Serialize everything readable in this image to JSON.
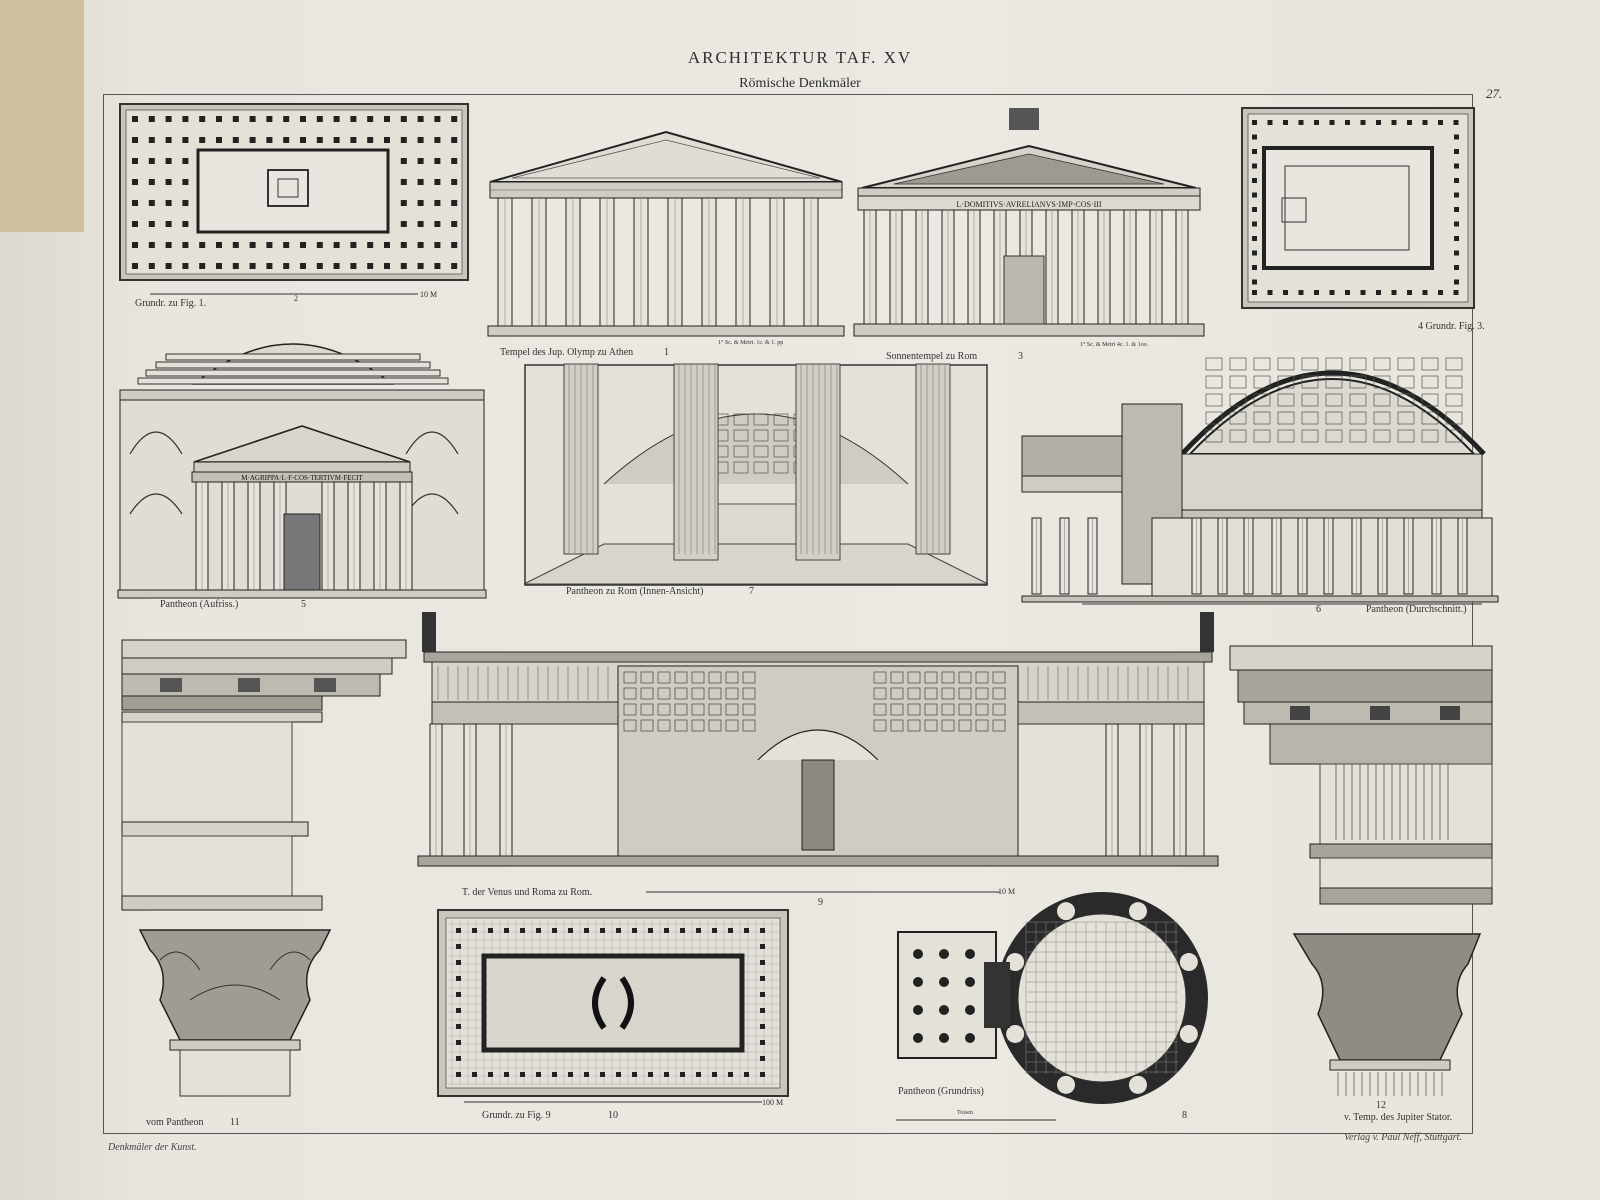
{
  "plate": {
    "title": "ARCHITEKTUR TAF. XV",
    "subtitle": "Römische Denkmäler",
    "page_number": "27."
  },
  "inscriptions": {
    "pantheon_frieze": "M·AGRIPPA·L·F·COS·TERTIVM·FECIT",
    "sun_temple_frieze": "L·DOMITIVS·AVRELIANVS·IMP·COS·III"
  },
  "captions": {
    "fig1_plan": "Grundr. zu Fig. 1.",
    "fig1": "Tempel des Jup. Olymp zu Athen",
    "fig1_num": "1",
    "fig3": "Sonnentempel zu Rom",
    "fig3_num": "3",
    "fig4": "4  Grundr. Fig. 3.",
    "fig5": "Pantheon (Aufriss.)",
    "fig5_num": "5",
    "fig7": "Pantheon zu Rom (Innen-Ansicht)",
    "fig7_num": "7",
    "fig6": "Pantheon (Durchschnitt.)",
    "fig6_num": "6",
    "fig9": "T. der Venus und Roma zu Rom.",
    "fig9_num": "9",
    "fig11": "vom Pantheon",
    "fig11_num": "11",
    "fig10": "Grundr. zu Fig. 9",
    "fig10_num": "10",
    "fig8": "Pantheon (Grundriss)",
    "fig8_num": "8",
    "fig12_num": "12",
    "fig12": "v. Temp. des Jupiter Stator."
  },
  "scale_labels": {
    "fig1_scale_end": "10 M",
    "fig1_scale_mid": "2",
    "fig1_elev_scale": "1° Sc. & Metri. 1c. & 1. pp",
    "fig3_elev_scale": "1° Sc. & Metri 4c. 1. & 1oo.",
    "fig9_scale_end": "10 M",
    "fig10_scale_end": "100 M",
    "fig8_scale": "Toisen"
  },
  "footer": {
    "left": "Denkmäler der Kunst.",
    "right": "Verlag v. Paul Neff, Stuttgart."
  },
  "colors": {
    "paper": "#ebe9e1",
    "ink": "#333333",
    "tab": "#cfc09d"
  }
}
